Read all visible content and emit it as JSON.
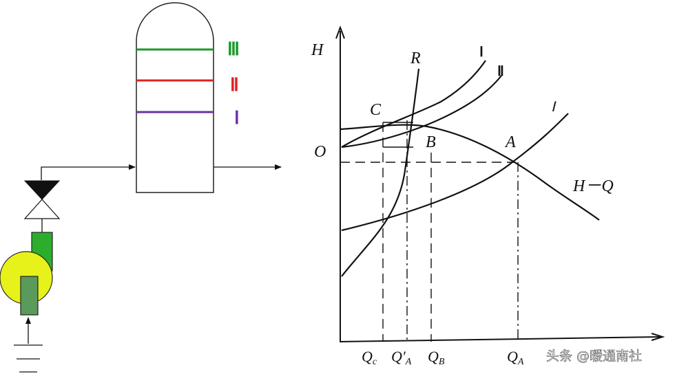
{
  "colors": {
    "line_I": "#7030a0",
    "line_II": "#e02020",
    "line_III": "#1a9a2a",
    "pump_body": "#e6f21a",
    "motor": "#2cae2c",
    "pump_shaft": "#5a9a5a"
  },
  "tower": {
    "level_III_label": "Ⅲ",
    "level_II_label": "Ⅱ",
    "level_I_label": "Ⅰ"
  },
  "graph": {
    "y_axis_label": "H",
    "curve_R_label": "R",
    "curve_I_label": "Ⅰ",
    "curve_II_label": "Ⅱ",
    "curve_1_label": "Ⅰ",
    "point_C": "C",
    "point_O": "O",
    "point_B": "B",
    "point_A": "A",
    "hq_label": "H－Q",
    "tick_Qc": "Q",
    "tick_Qc_sub": "c",
    "tick_QA1": "Q′",
    "tick_QA1_sub": "A",
    "tick_QB": "Q",
    "tick_QB_sub": "B",
    "tick_QA": "Q",
    "tick_QA_sub": "A"
  },
  "watermark": "头条 @暖通南社",
  "icons": [
    "valve-icon",
    "pump-icon",
    "ground-icon",
    "arrow-icon"
  ]
}
